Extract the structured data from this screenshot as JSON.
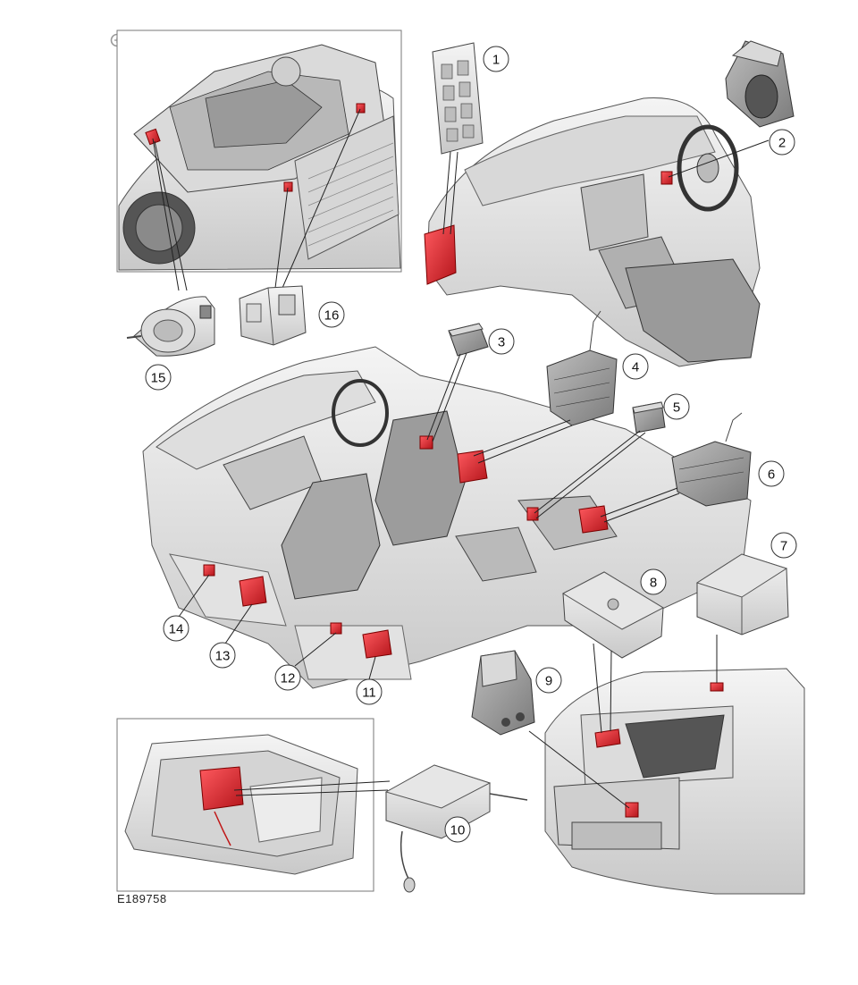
{
  "figure": {
    "reference_code": "E189758",
    "zoom_icon": "magnify-plus-icon",
    "highlight_color": "#d41f26",
    "component_fill": "#e9e9e9",
    "outline_color": "#555555"
  },
  "callouts": [
    {
      "id": "callout-1",
      "number": "1"
    },
    {
      "id": "callout-2",
      "number": "2"
    },
    {
      "id": "callout-3",
      "number": "3"
    },
    {
      "id": "callout-4",
      "number": "4"
    },
    {
      "id": "callout-5",
      "number": "5"
    },
    {
      "id": "callout-6",
      "number": "6"
    },
    {
      "id": "callout-7",
      "number": "7"
    },
    {
      "id": "callout-8",
      "number": "8"
    },
    {
      "id": "callout-9",
      "number": "9"
    },
    {
      "id": "callout-10",
      "number": "10"
    },
    {
      "id": "callout-11",
      "number": "11"
    },
    {
      "id": "callout-12",
      "number": "12"
    },
    {
      "id": "callout-13",
      "number": "13"
    },
    {
      "id": "callout-14",
      "number": "14"
    },
    {
      "id": "callout-15",
      "number": "15"
    },
    {
      "id": "callout-16",
      "number": "16"
    }
  ]
}
